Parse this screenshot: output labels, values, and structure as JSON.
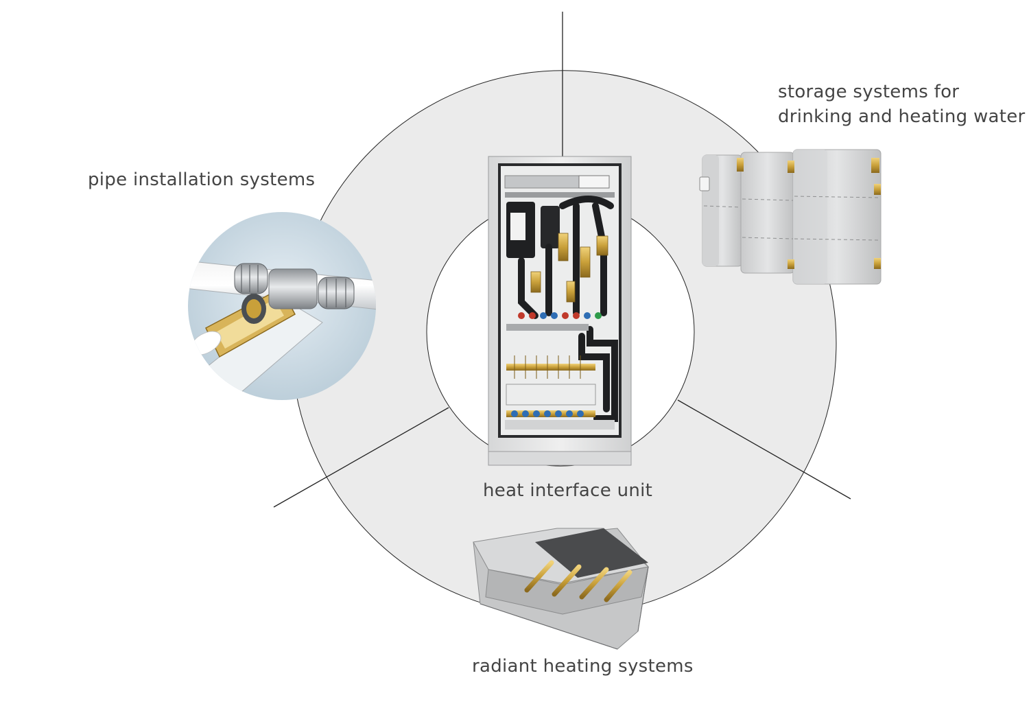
{
  "diagram": {
    "colors": {
      "ring": "#ebebeb",
      "line": "#222222",
      "label": "#444444",
      "metal": "#b8babd",
      "brass": "#c9a03a",
      "foam": "#d9dadb"
    },
    "labels": {
      "pipe": "pipe installation systems",
      "storage_line1": "storage systems for",
      "storage_line2": "drinking and heating water",
      "hiu": "heat interface unit",
      "radiant": "radiant heating systems"
    },
    "images": {
      "pipe": "press-fitting-tee-image",
      "storage": "storage-tanks-image",
      "hiu": "heat-interface-unit-cabinet-image",
      "radiant": "floor-heating-cross-section-image"
    }
  }
}
